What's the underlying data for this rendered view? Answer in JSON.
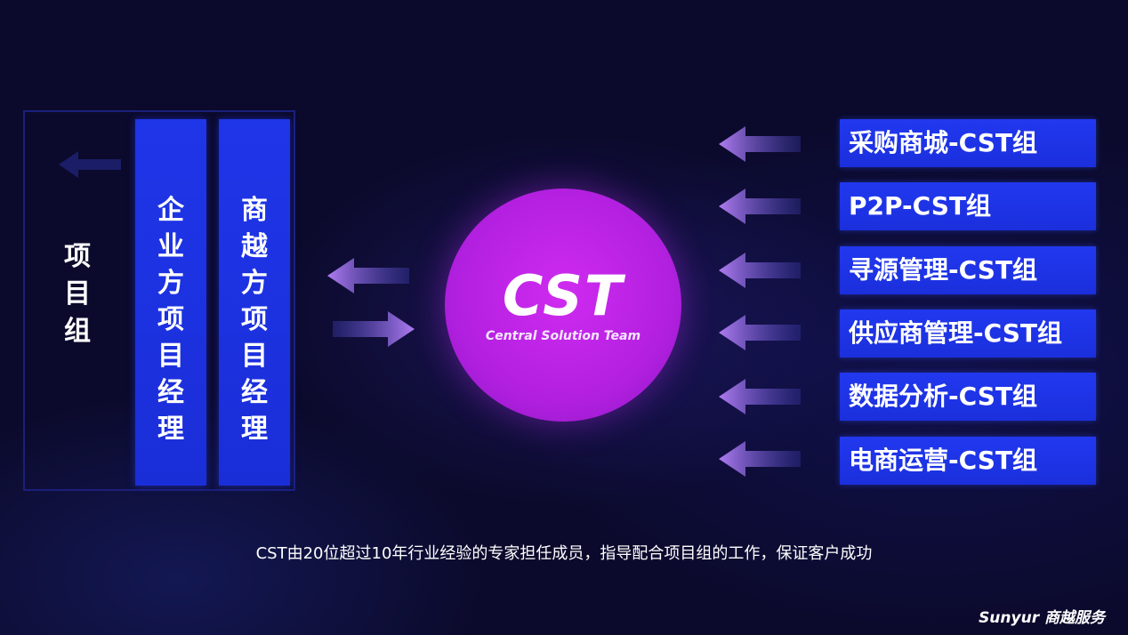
{
  "project_team": {
    "label": "项目组"
  },
  "managers": [
    {
      "label": "企业方项目经理"
    },
    {
      "label": "商越方项目经理"
    }
  ],
  "center": {
    "title": "CST",
    "subtitle": "Central Solution Team"
  },
  "groups": [
    {
      "label": "采购商城-CST组"
    },
    {
      "label": "P2P-CST组"
    },
    {
      "label": "寻源管理-CST组"
    },
    {
      "label": "供应商管理-CST组"
    },
    {
      "label": "数据分析-CST组"
    },
    {
      "label": "电商运营-CST组"
    }
  ],
  "footer_note": "CST由20位超过10年行业经验的专家担任成员，指导配合项目组的工作，保证客户成功",
  "brand": "Sunyur 商越服务",
  "colors": {
    "background": "#0b0a2c",
    "box_blue": "#1f35e8",
    "circle_purple": "#b320e0",
    "arrow_violet": "#a66ce8"
  }
}
